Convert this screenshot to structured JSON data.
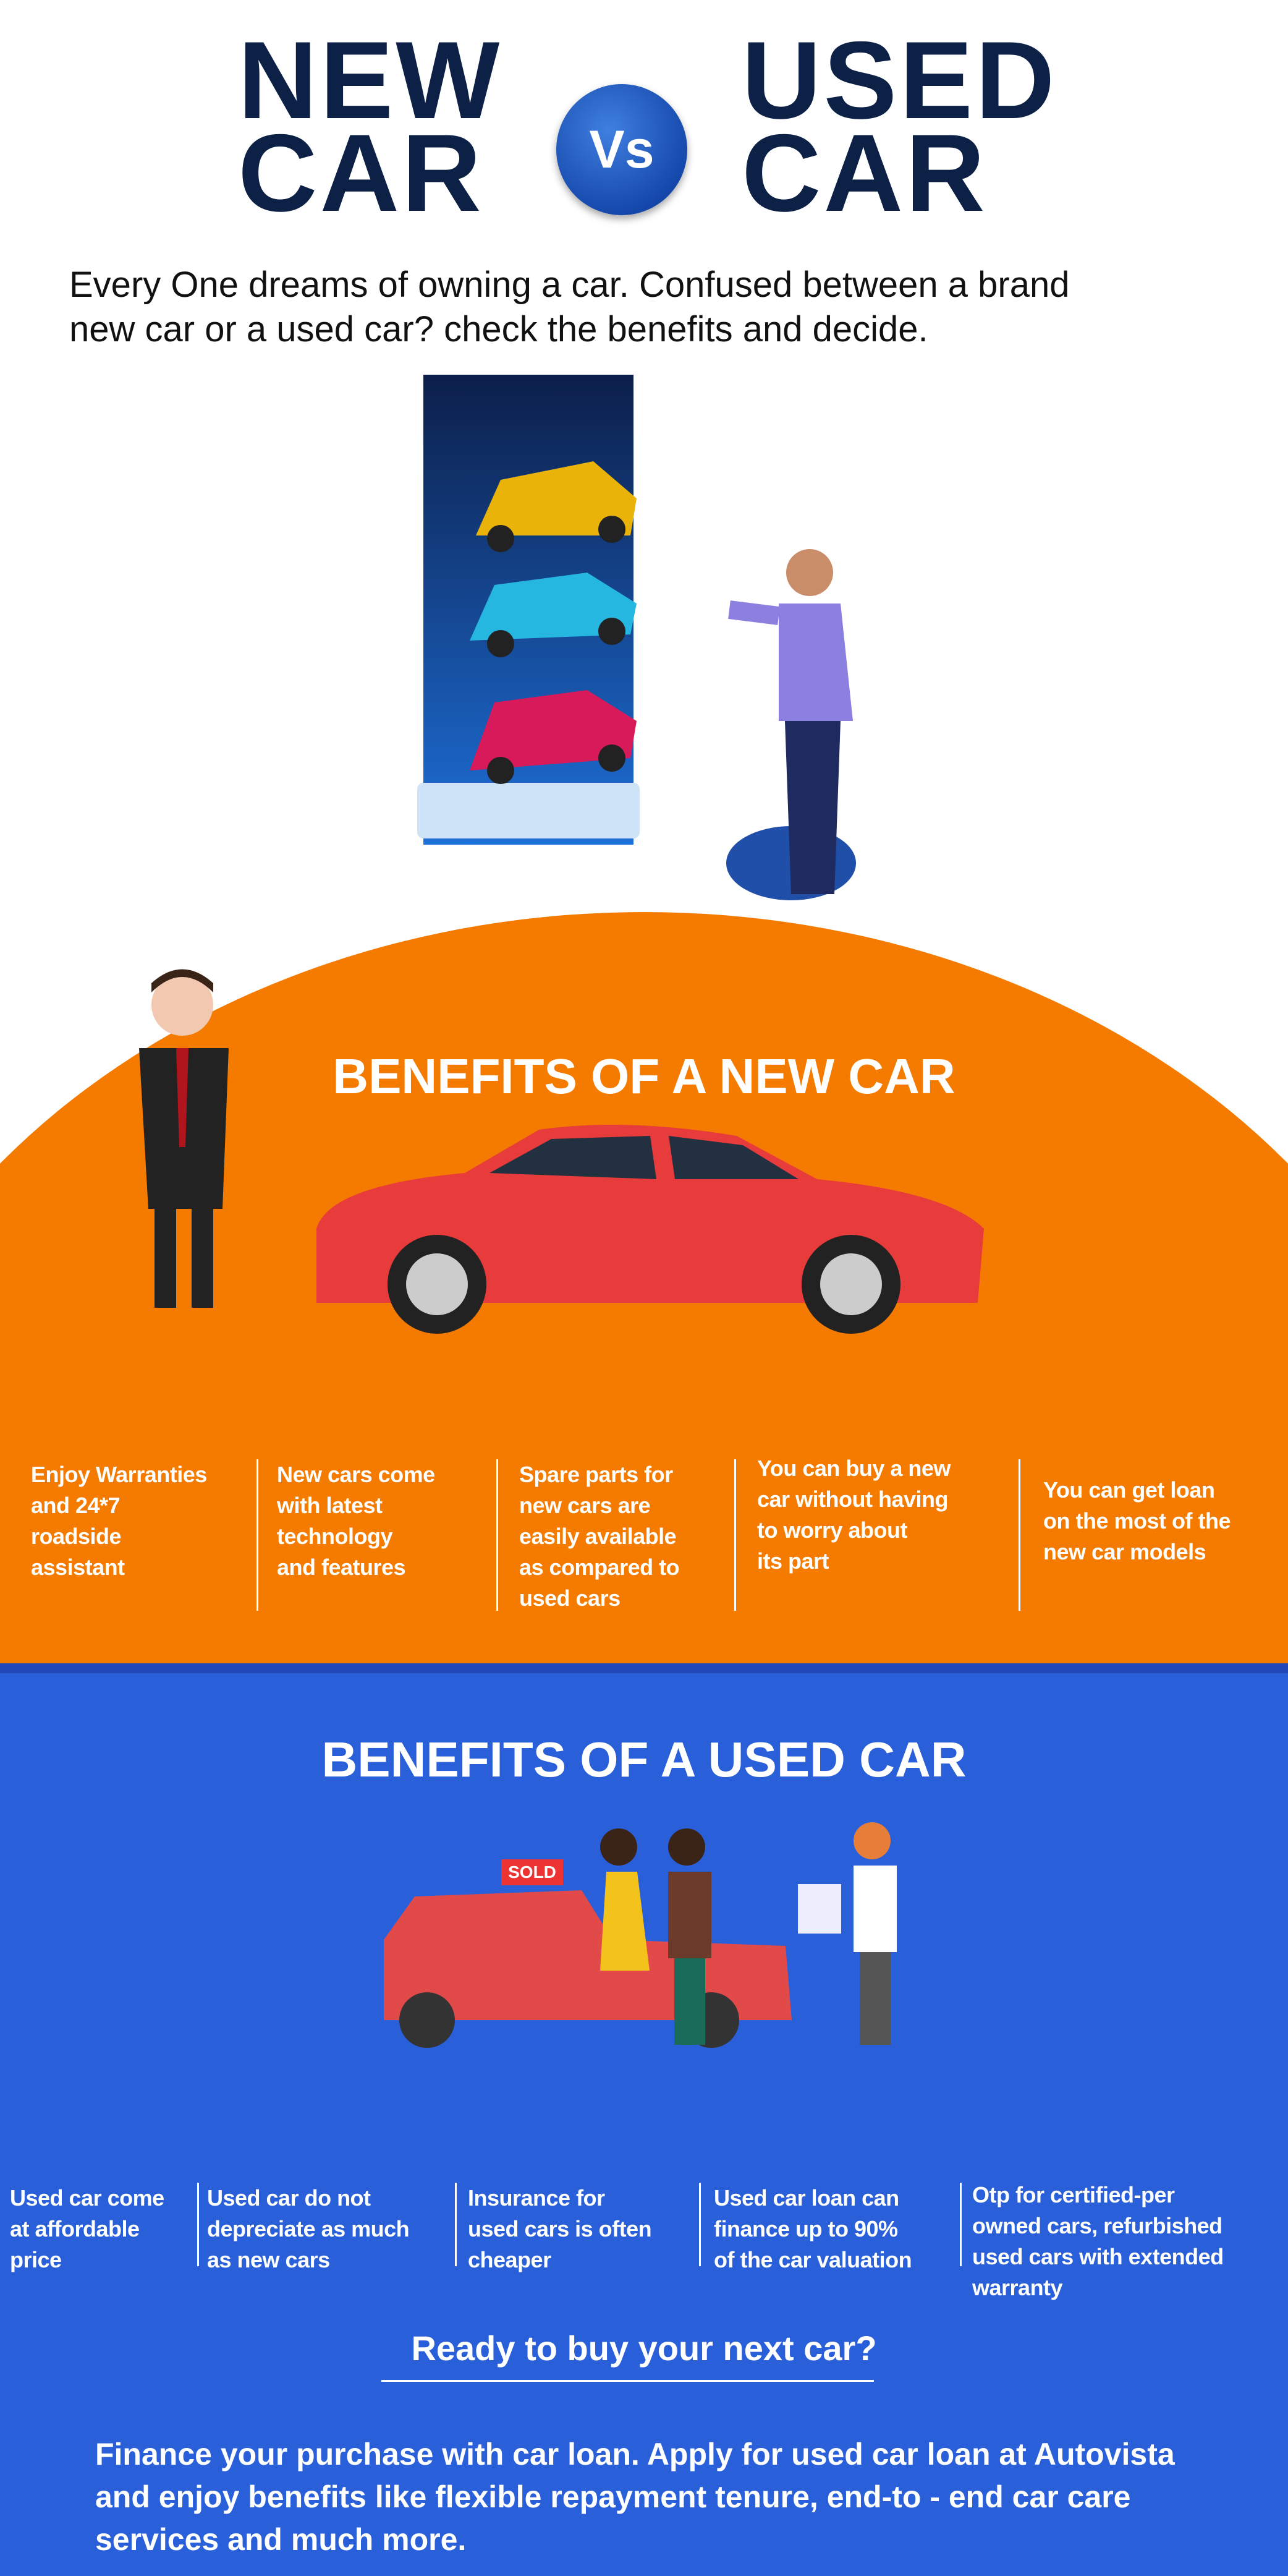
{
  "header": {
    "left_title": [
      "NEW",
      "CAR"
    ],
    "vs": "Vs",
    "right_title": [
      "USED",
      "CAR"
    ],
    "subtitle": "Every One dreams of owning a car. Confused between a brand\n new car or a used car? check the benefits and decide."
  },
  "new_car": {
    "heading": "BENEFITS OF A NEW CAR",
    "benefits": [
      "Enjoy Warranties\nand 24*7\nroadside\nassistant",
      "New cars come\nwith latest\ntechnology\n and features",
      "Spare parts for\nnew cars are\neasily available\n as compared to\n used cars",
      "You can buy a new\n car without having\nto worry about\n its part",
      "You can get loan\n on the most of the\nnew car models"
    ]
  },
  "used_car": {
    "heading": "BENEFITS OF A USED CAR",
    "sold_sign": "SOLD",
    "benefits": [
      "Used car come\nat affordable\nprice",
      "Used car do not\ndepreciate as much\nas new cars",
      "Insurance for\nused cars is often\ncheaper",
      "Used car loan can\nfinance up to 90%\nof the car valuation",
      "Otp for certified-per\nowned cars, refurbished\nused cars with extended\nwarranty"
    ]
  },
  "cta": {
    "heading": "Ready to buy your next car?",
    "body": "Finance your purchase with car loan. Apply for used car loan at Autovista and enjoy benefits like flexible repayment tenure, end-to - end car care services and much more."
  },
  "colors": {
    "orange": "#f47b00",
    "blue": "#2a5fda",
    "navy": "#0d2147"
  }
}
